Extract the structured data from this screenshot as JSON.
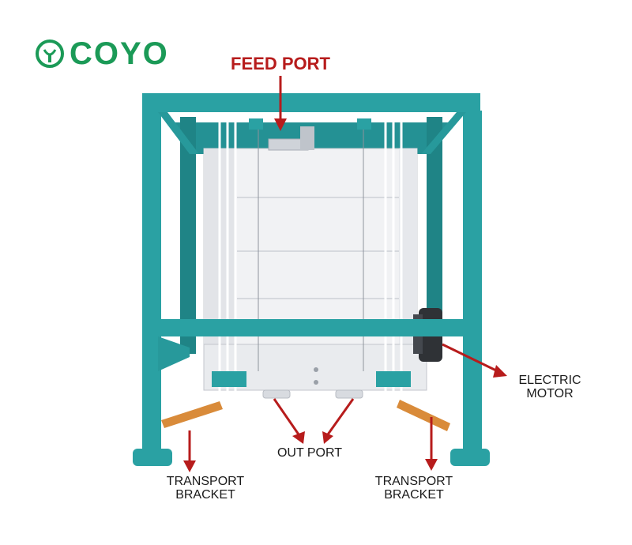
{
  "logo": {
    "text": "COYO",
    "color": "#1b9a57"
  },
  "colors": {
    "frame": "#2aa1a3",
    "frame_dark": "#1f8486",
    "cabinet": "#f1f2f4",
    "cabinet_shade": "#e2e4e8",
    "arrow": "#b71c1c",
    "bracket": "#d98b3a"
  },
  "labels": {
    "feed_port": "FEED PORT",
    "electric_motor_line1": "ELECTRIC",
    "electric_motor_line2": "MOTOR",
    "out_port": "OUT PORT",
    "transport_left_line1": "TRANSPORT",
    "transport_left_line2": "BRACKET",
    "transport_right_line1": "TRANSPORT",
    "transport_right_line2": "BRACKET"
  }
}
